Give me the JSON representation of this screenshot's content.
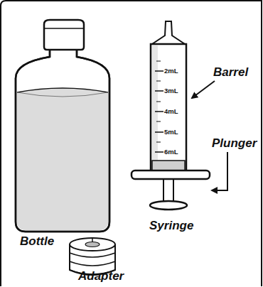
{
  "diagram": {
    "labels": [
      "2mL",
      "3mL",
      "4mL",
      "5mL",
      "6mL",
      "Barrel",
      "Plunger",
      "Bottle",
      "Syringe",
      "Adapter"
    ]
  }
}
